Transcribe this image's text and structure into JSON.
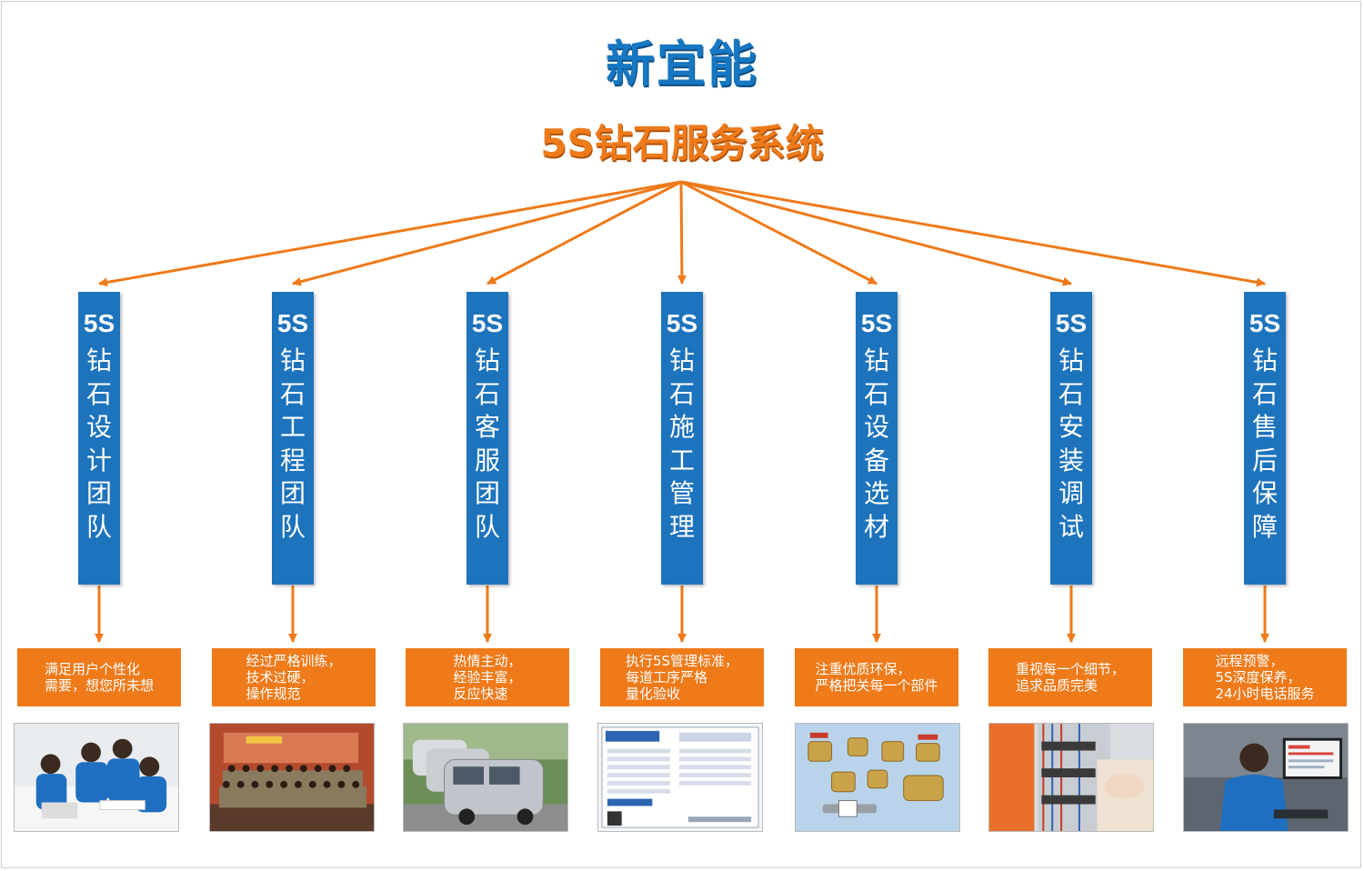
{
  "header": {
    "brand": "新宜能",
    "subtitle": "5S钻石服务系统"
  },
  "colors": {
    "blue": "#1d73bc",
    "orange": "#ee7a1a",
    "brand_blue": "#1677c2"
  },
  "columns": [
    {
      "code": "5S",
      "title": "钻石设计团队",
      "desc": "满足用户个性化\n需要，想您所未想",
      "photo_icon": "design-team-photo-icon"
    },
    {
      "code": "5S",
      "title": "钻石工程团队",
      "desc": "经过严格训练，\n技术过硬，\n操作规范",
      "photo_icon": "engineering-team-photo-icon"
    },
    {
      "code": "5S",
      "title": "钻石客服团队",
      "desc": "热情主动，\n经验丰富，\n反应快速",
      "photo_icon": "service-vans-photo-icon"
    },
    {
      "code": "5S",
      "title": "钻石施工管理",
      "desc": "执行5S管理标准，\n每道工序严格\n量化验收",
      "photo_icon": "construction-card-photo-icon"
    },
    {
      "code": "5S",
      "title": "钻石设备选材",
      "desc": "注重优质环保，\n严格把关每一个部件",
      "photo_icon": "brass-valves-photo-icon"
    },
    {
      "code": "5S",
      "title": "钻石安装调试",
      "desc": "重视每一个细节，\n追求品质完美",
      "photo_icon": "wiring-panel-photo-icon"
    },
    {
      "code": "5S",
      "title": "钻石售后保障",
      "desc": "远程预警，\n5S深度保养，\n24小时电话服务",
      "photo_icon": "remote-monitoring-photo-icon"
    }
  ]
}
